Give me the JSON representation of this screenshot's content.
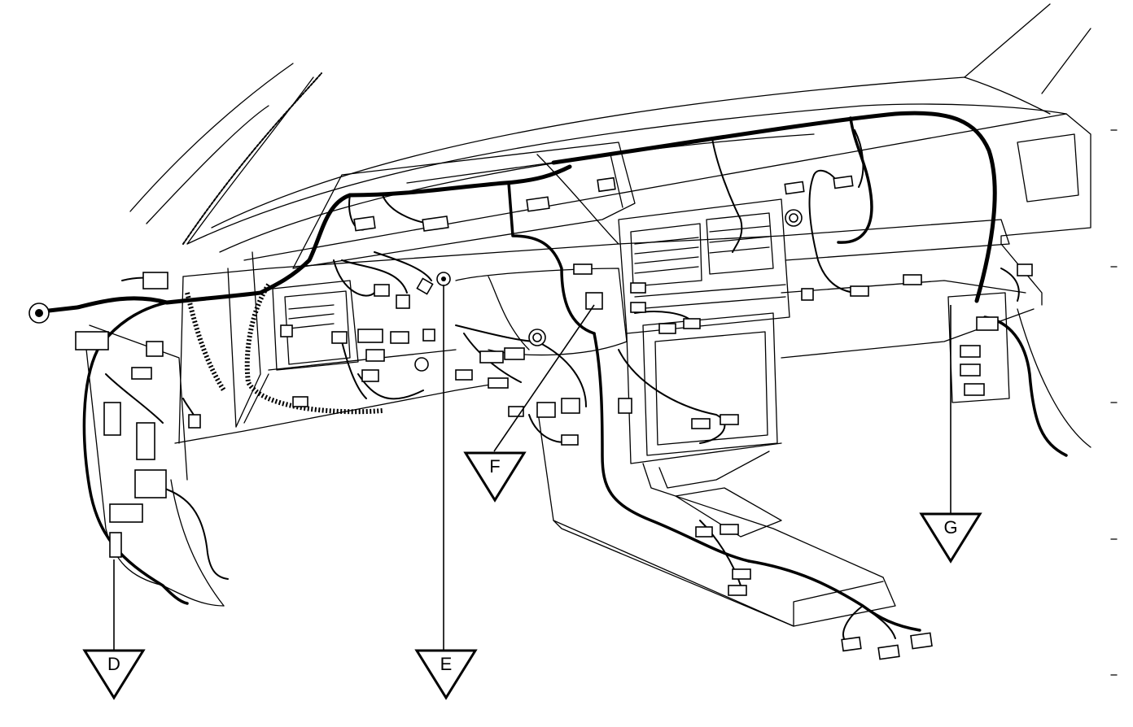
{
  "diagram": {
    "callouts": [
      {
        "id": "D",
        "label": "D"
      },
      {
        "id": "E",
        "label": "E"
      },
      {
        "id": "F",
        "label": "F"
      },
      {
        "id": "G",
        "label": "G"
      }
    ]
  }
}
